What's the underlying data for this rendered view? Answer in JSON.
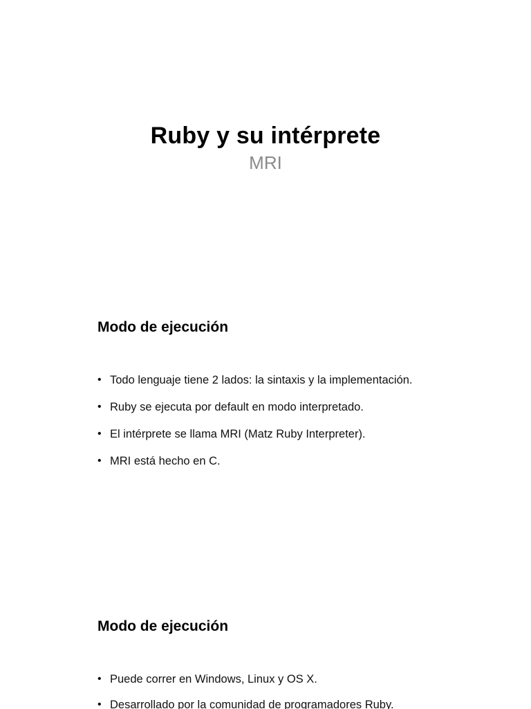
{
  "title": "Ruby y su intérprete",
  "subtitle": "MRI",
  "sections": [
    {
      "heading": "Modo de ejecución",
      "bullets": [
        "Todo lenguaje tiene 2 lados: la sintaxis y la implementación.",
        "Ruby se ejecuta por default en modo interpretado.",
        "El intérprete se llama MRI (Matz Ruby Interpreter).",
        "MRI está hecho en C."
      ]
    },
    {
      "heading": "Modo de ejecución",
      "bullets": [
        "Puede correr en Windows, Linux y OS X.",
        "Desarrollado por la comunidad de programadores Ruby."
      ]
    }
  ]
}
